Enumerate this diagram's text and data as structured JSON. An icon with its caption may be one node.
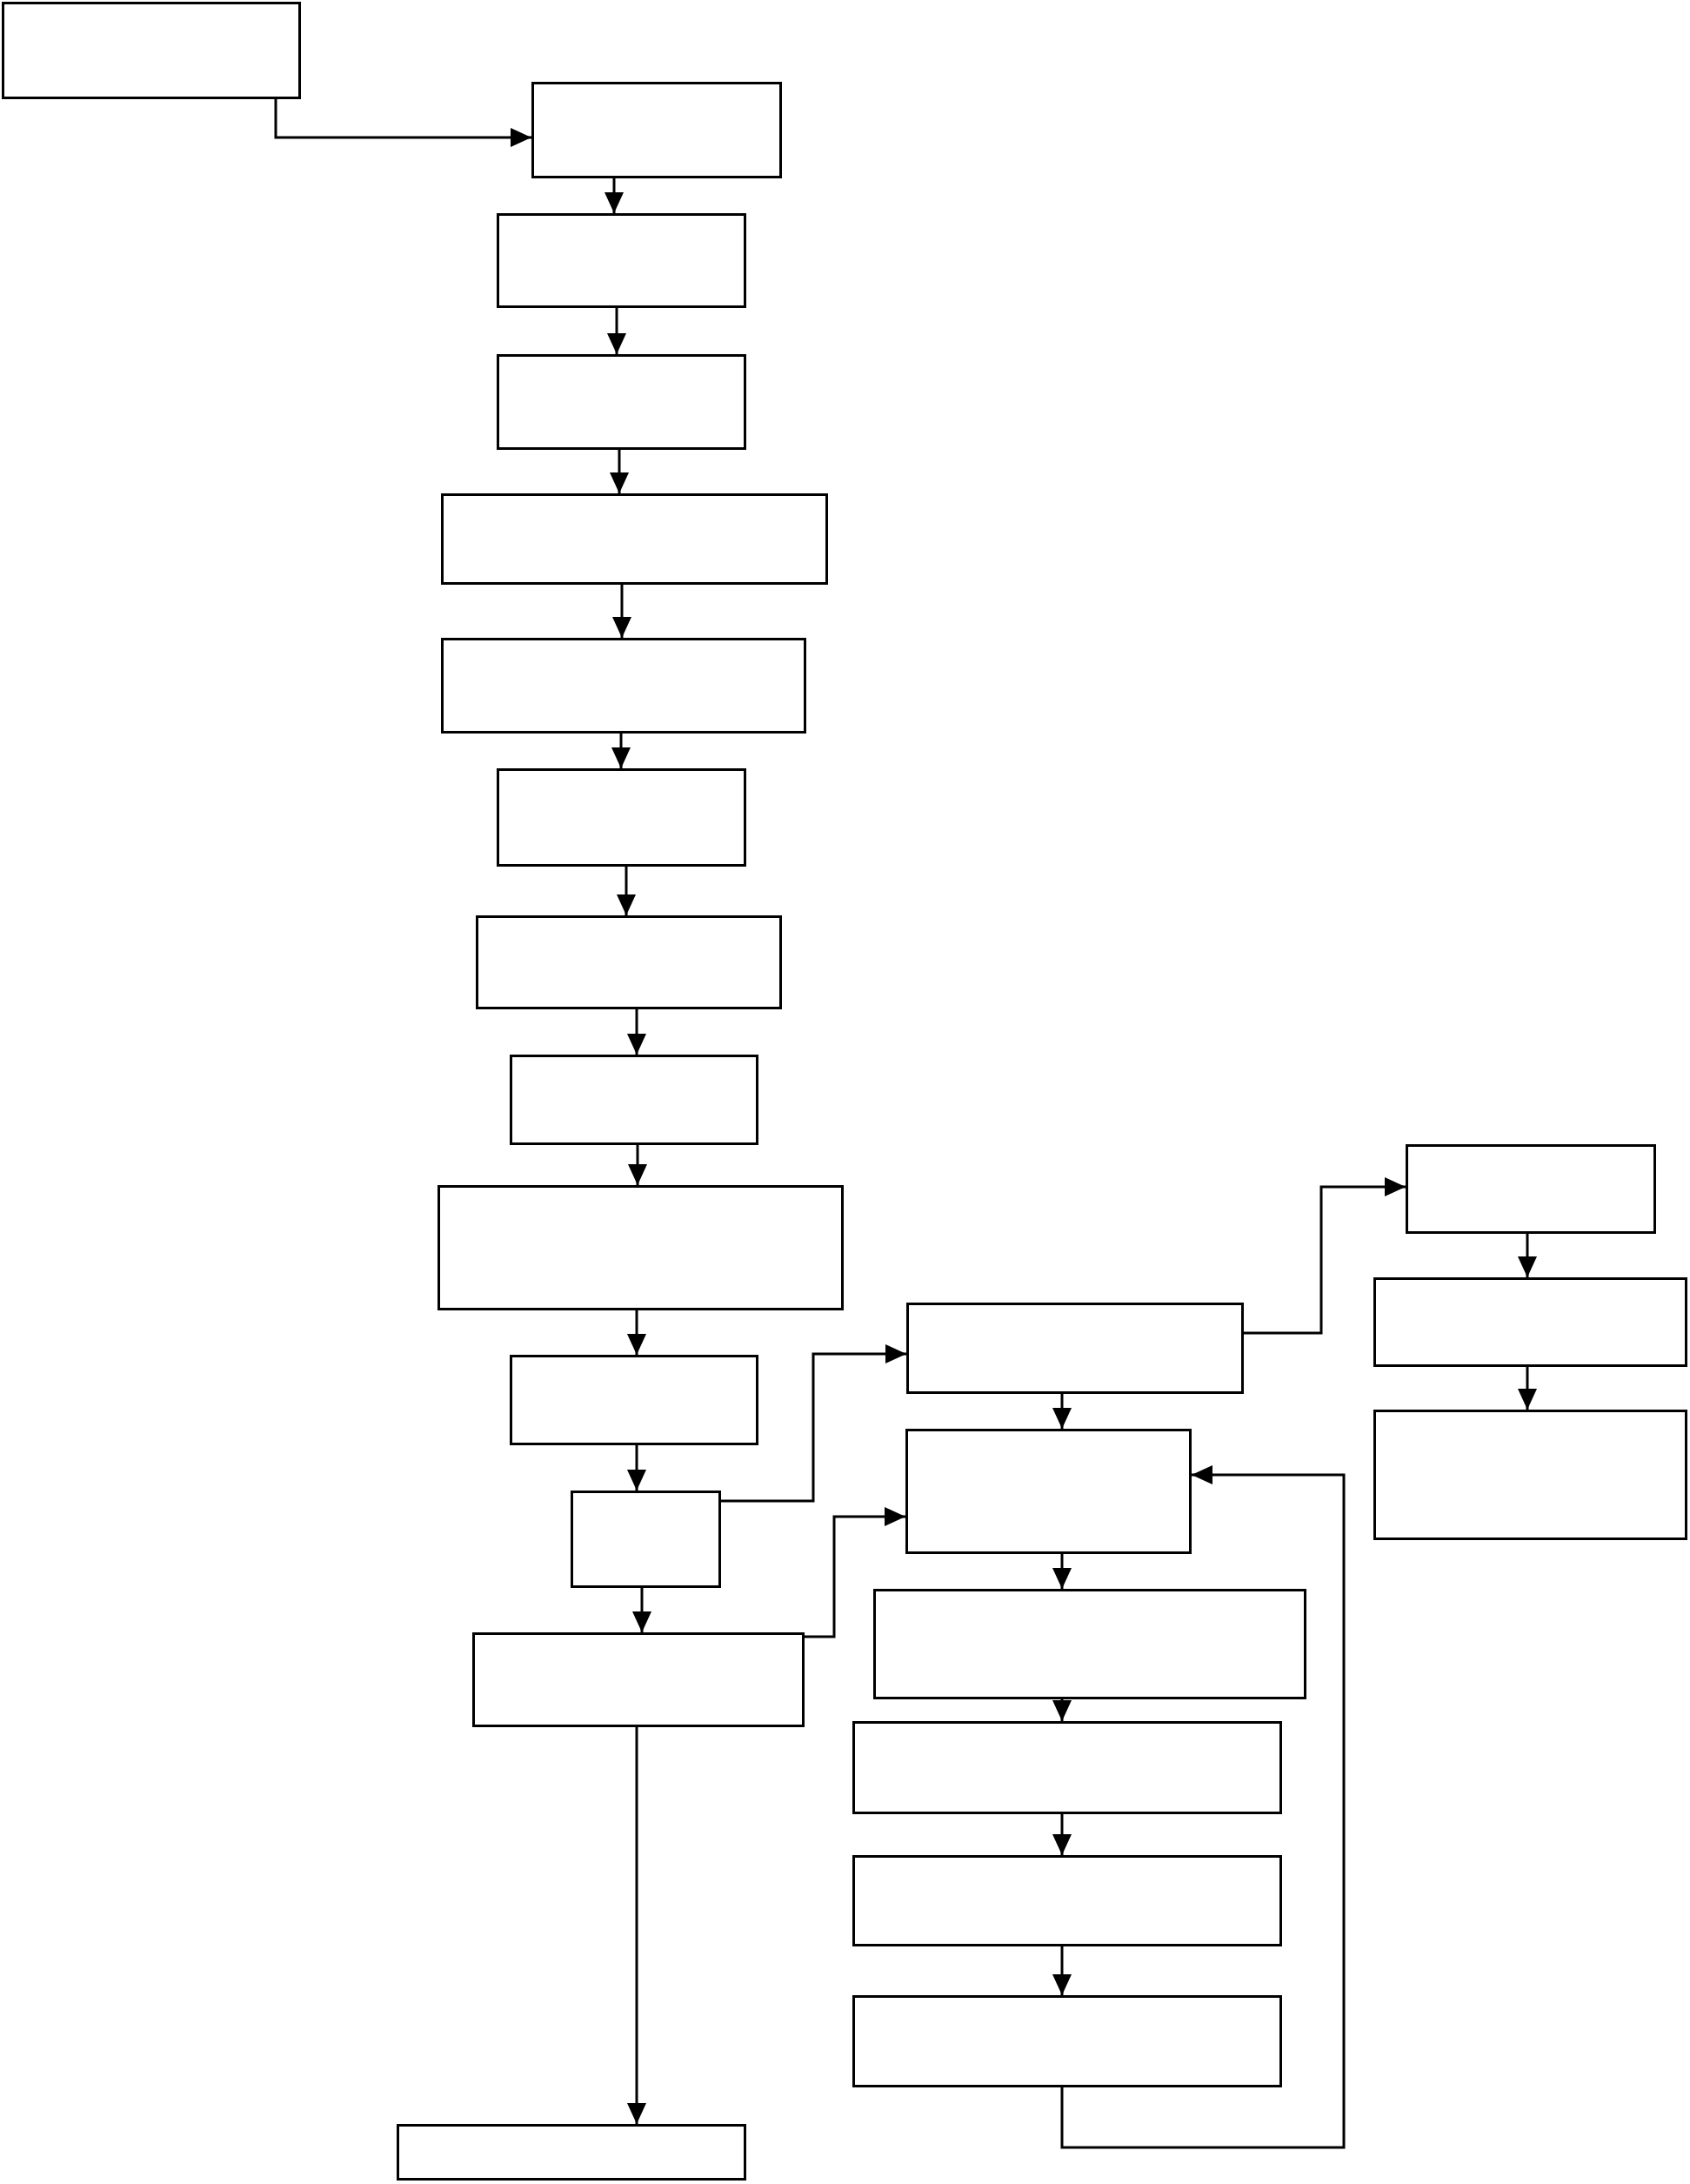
{
  "diagram": {
    "nodes": [
      {
        "text": [],
        "shape": "box"
      },
      {
        "text": [],
        "shape": "box"
      },
      {
        "text": [],
        "shape": "box"
      },
      {
        "text": [],
        "shape": "box"
      },
      {
        "text": [],
        "shape": "box"
      },
      {
        "text": [],
        "shape": "box"
      },
      {
        "text": [],
        "shape": "box"
      },
      {
        "text": [],
        "shape": "box"
      },
      {
        "text": [],
        "shape": "box"
      },
      {
        "text": [],
        "shape": "box"
      },
      {
        "text": [],
        "shape": "box"
      },
      {
        "text": [],
        "shape": "box"
      },
      {
        "text": [],
        "shape": "box"
      },
      {
        "text": [],
        "shape": "box"
      },
      {
        "text": [],
        "shape": "box"
      },
      {
        "text": [],
        "shape": "box"
      },
      {
        "text": [],
        "shape": "box"
      },
      {
        "text": [],
        "shape": "box"
      },
      {
        "text": [],
        "shape": "box"
      },
      {
        "text": [],
        "shape": "box"
      },
      {
        "text": [],
        "shape": "box"
      },
      {
        "text": [],
        "shape": "box"
      },
      {
        "text": [],
        "shape": "box"
      }
    ],
    "edges": [
      {
        "from": 0,
        "to": 1,
        "arrow": "to"
      },
      {
        "from": 1,
        "to": 2,
        "arrow": "to"
      },
      {
        "from": 2,
        "to": 3,
        "arrow": "to"
      },
      {
        "from": 3,
        "to": 4,
        "arrow": "to"
      },
      {
        "from": 4,
        "to": 5,
        "arrow": "to"
      },
      {
        "from": 5,
        "to": 6,
        "arrow": "to"
      },
      {
        "from": 6,
        "to": 7,
        "arrow": "to"
      },
      {
        "from": 7,
        "to": 8,
        "arrow": "to"
      },
      {
        "from": 8,
        "to": 9,
        "arrow": "to"
      },
      {
        "from": 9,
        "to": 10,
        "arrow": "to"
      },
      {
        "from": 10,
        "to": 11,
        "arrow": "to"
      },
      {
        "from": 11,
        "to": 12,
        "arrow": "to"
      },
      {
        "from": 11,
        "to": 14,
        "arrow": "to"
      },
      {
        "from": 12,
        "to": 15,
        "arrow": "to"
      },
      {
        "from": 12,
        "to": 13,
        "arrow": "to"
      },
      {
        "from": 14,
        "to": 15,
        "arrow": "to"
      },
      {
        "from": 15,
        "to": 16,
        "arrow": "to"
      },
      {
        "from": 16,
        "to": 17,
        "arrow": "to"
      },
      {
        "from": 17,
        "to": 18,
        "arrow": "to"
      },
      {
        "from": 18,
        "to": 19,
        "arrow": "to"
      },
      {
        "from": 19,
        "to": 15,
        "arrow": "to"
      },
      {
        "from": 14,
        "to": 20,
        "arrow": "to"
      },
      {
        "from": 20,
        "to": 21,
        "arrow": "to"
      },
      {
        "from": 21,
        "to": 22,
        "arrow": "to"
      }
    ]
  }
}
